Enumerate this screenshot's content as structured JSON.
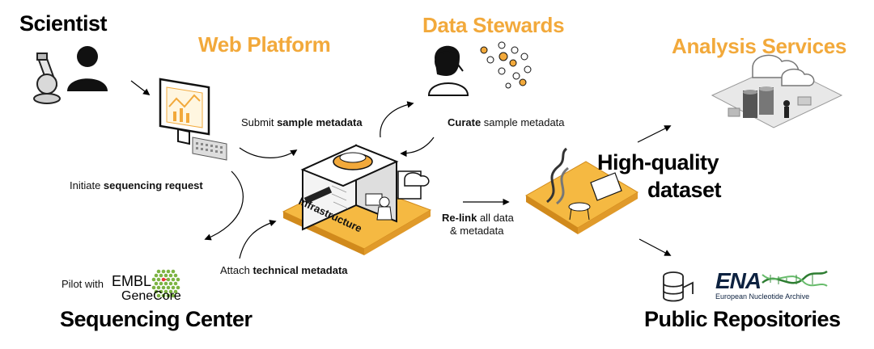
{
  "colors": {
    "accent": "#f2a93b",
    "text": "#000000",
    "orange": "#f5b942"
  },
  "headings": {
    "scientist": "Scientist",
    "web_platform": "Web Platform",
    "data_stewards": "Data Stewards",
    "analysis_services": "Analysis Services",
    "sequencing_center": "Sequencing Center",
    "public_repositories": "Public Repositories",
    "dataset_line1": "High-quality",
    "dataset_line2": "dataset"
  },
  "labels": {
    "submit_prefix": "Submit ",
    "submit_bold": "sample metadata",
    "curate_bold": "Curate",
    "curate_suffix": " sample metadata",
    "initiate_prefix": "Initiate ",
    "initiate_bold": "sequencing request",
    "attach_prefix": "Attach ",
    "attach_bold": "technical metadata",
    "relink_bold": "Re-link",
    "relink_suffix": " all data",
    "relink_line2": "& metadata",
    "pilot_prefix": "Pilot with",
    "embl": "EMBL",
    "genecore": "GeneCore",
    "infrastructure": "Infrastructure",
    "ena_logo": "ENA",
    "ena_full": "European Nucleotide Archive"
  },
  "icons": [
    "person-icon",
    "microscope-icon",
    "monitor-icon",
    "headset-person-icon",
    "cloud-server-icon",
    "infrastructure-machine-icon",
    "dna-dataset-icon",
    "database-icon",
    "genecore-logo-icon"
  ]
}
